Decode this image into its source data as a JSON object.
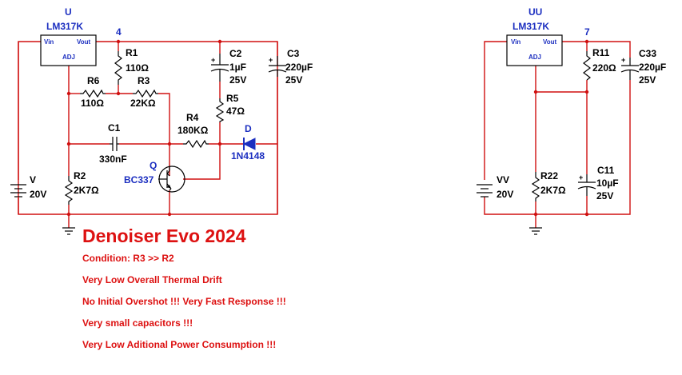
{
  "title": "Denoiser Evo 2024",
  "notes": [
    "Condition: R3 >> R2",
    "Very Low Overall Thermal Drift",
    "No Initial Overshot !!! Very Fast Response !!!",
    "Very small capacitors !!!",
    "Very Low Aditional Power Consumption !!!"
  ],
  "colors": {
    "wire": "#d01010",
    "component": "#000000",
    "label_blue": "#1c2fc0",
    "note_red": "#dd1111"
  },
  "circuit1": {
    "regulator": {
      "ref": "U",
      "part": "LM317K",
      "pin_in": "Vin",
      "pin_out": "Vout",
      "pin_adj": "ADJ"
    },
    "node_label": "4",
    "R1": {
      "ref": "R1",
      "value": "110Ω"
    },
    "R2": {
      "ref": "R2",
      "value": "2K7Ω"
    },
    "R3": {
      "ref": "R3",
      "value": "22KΩ"
    },
    "R4": {
      "ref": "R4",
      "value": "180KΩ"
    },
    "R5": {
      "ref": "R5",
      "value": "47Ω"
    },
    "R6": {
      "ref": "R6",
      "value": "110Ω"
    },
    "C1": {
      "ref": "C1",
      "value": "330nF"
    },
    "C2": {
      "ref": "C2",
      "value": "1µF",
      "voltage": "25V"
    },
    "C3": {
      "ref": "C3",
      "value": "220µF",
      "voltage": "25V"
    },
    "D": {
      "ref": "D",
      "part": "1N4148"
    },
    "Q": {
      "ref": "Q",
      "part": "BC337"
    },
    "V": {
      "ref": "V",
      "value": "20V"
    }
  },
  "circuit2": {
    "regulator": {
      "ref": "UU",
      "part": "LM317K",
      "pin_in": "Vin",
      "pin_out": "Vout",
      "pin_adj": "ADJ"
    },
    "node_label": "7",
    "R11": {
      "ref": "R11",
      "value": "220Ω"
    },
    "R22": {
      "ref": "R22",
      "value": "2K7Ω"
    },
    "C11": {
      "ref": "C11",
      "value": "10µF",
      "voltage": "25V"
    },
    "C33": {
      "ref": "C33",
      "value": "220µF",
      "voltage": "25V"
    },
    "V": {
      "ref": "VV",
      "value": "20V"
    }
  }
}
